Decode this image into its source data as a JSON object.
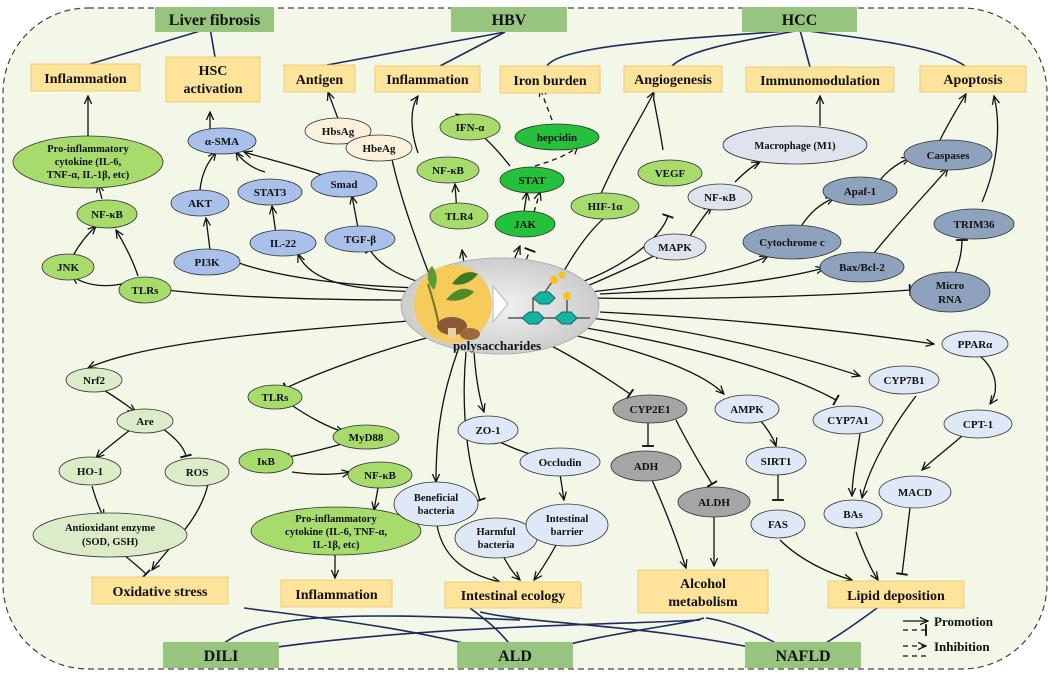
{
  "diseases": {
    "liver_fibrosis": "Liver fibrosis",
    "hbv": "HBV",
    "hcc": "HCC",
    "dili": "DILI",
    "ald": "ALD",
    "nafld": "NAFLD"
  },
  "outcomes": {
    "inflammation_lf": "Inflammation",
    "hsc_activation": [
      "HSC",
      "activation"
    ],
    "antigen": "Antigen",
    "inflammation_hbv": "Inflammation",
    "iron_burden": "Iron burden",
    "angiogenesis": "Angiogenesis",
    "immunomodulation": "Immunomodulation",
    "apoptosis": "Apoptosis",
    "oxidative_stress": "Oxidative stress",
    "inflammation_dili": "Inflammation",
    "intestinal_ecology": "Intestinal ecology",
    "alcohol_metabolism": [
      "Alcohol",
      "metabolism"
    ],
    "lipid_deposition": "Lipid deposition"
  },
  "nodes": {
    "pro_inflam_top": [
      "Pro-inflammatory",
      "cytokine (IL-6,",
      "TNF-α, IL-1β, etc)"
    ],
    "nfkb_lf": "NF-κB",
    "jnk": "JNK",
    "tlrs_lf": "TLRs",
    "a_sma": "α-SMA",
    "akt": "AKT",
    "stat3": "STAT3",
    "smad": "Smad",
    "pi3k": "PI3K",
    "il22": "IL-22",
    "tgfb": "TGF-β",
    "hbsag": "HbsAg",
    "hbeag": "HbeAg",
    "ifna": "IFN-α",
    "nfkb_hbv": "NF-κB",
    "tlr4": "TLR4",
    "hepcidin": "hepcidin",
    "stat": "STAT",
    "jak": "JAK",
    "hif1a": "HIF-1α",
    "vegf": "VEGF",
    "nfkb_hcc": "NF-κB",
    "mapk": "MAPK",
    "macrophage": "Macrophage (M1)",
    "caspases": "Caspases",
    "apaf1": "Apaf-1",
    "cytochrome_c": "Cytochrome c",
    "trim36": "TRIM36",
    "bax_bcl2": "Bax/Bcl-2",
    "microrna": [
      "Micro",
      "RNA"
    ],
    "nrf2": "Nrf2",
    "are": "Are",
    "ho1": "HO-1",
    "ros": "ROS",
    "antioxidant": [
      "Antioxidant enzyme",
      "(SOD, GSH)"
    ],
    "tlrs_dili": "TLRs",
    "myd88": "MyD88",
    "ikb": "IκB",
    "nfkb_dili": "NF-κB",
    "pro_inflam_bottom": [
      "Pro-inflammatory",
      "cytokine (IL-6, TNF-α,",
      "IL-1β, etc)"
    ],
    "zo1": "ZO-1",
    "occludin": "Occludin",
    "beneficial": [
      "Beneficial",
      "bacteria"
    ],
    "harmful": [
      "Harmful",
      "bacteria"
    ],
    "barrier": [
      "Intestinal",
      "barrier"
    ],
    "cyp2e1": "CYP2E1",
    "adh": "ADH",
    "aldh": "ALDH",
    "ampk": "AMPK",
    "sirt1": "SIRT1",
    "fas": "FAS",
    "cyp7a1": "CYP7A1",
    "cyp7b1": "CYP7B1",
    "bas": "BAs",
    "ppara": "PPARα",
    "cpt1": "CPT-1",
    "macd": "MACD"
  },
  "center": {
    "label": "polysaccharides"
  },
  "legend": {
    "promotion": "Promotion",
    "inhibition": "Inhibition"
  }
}
